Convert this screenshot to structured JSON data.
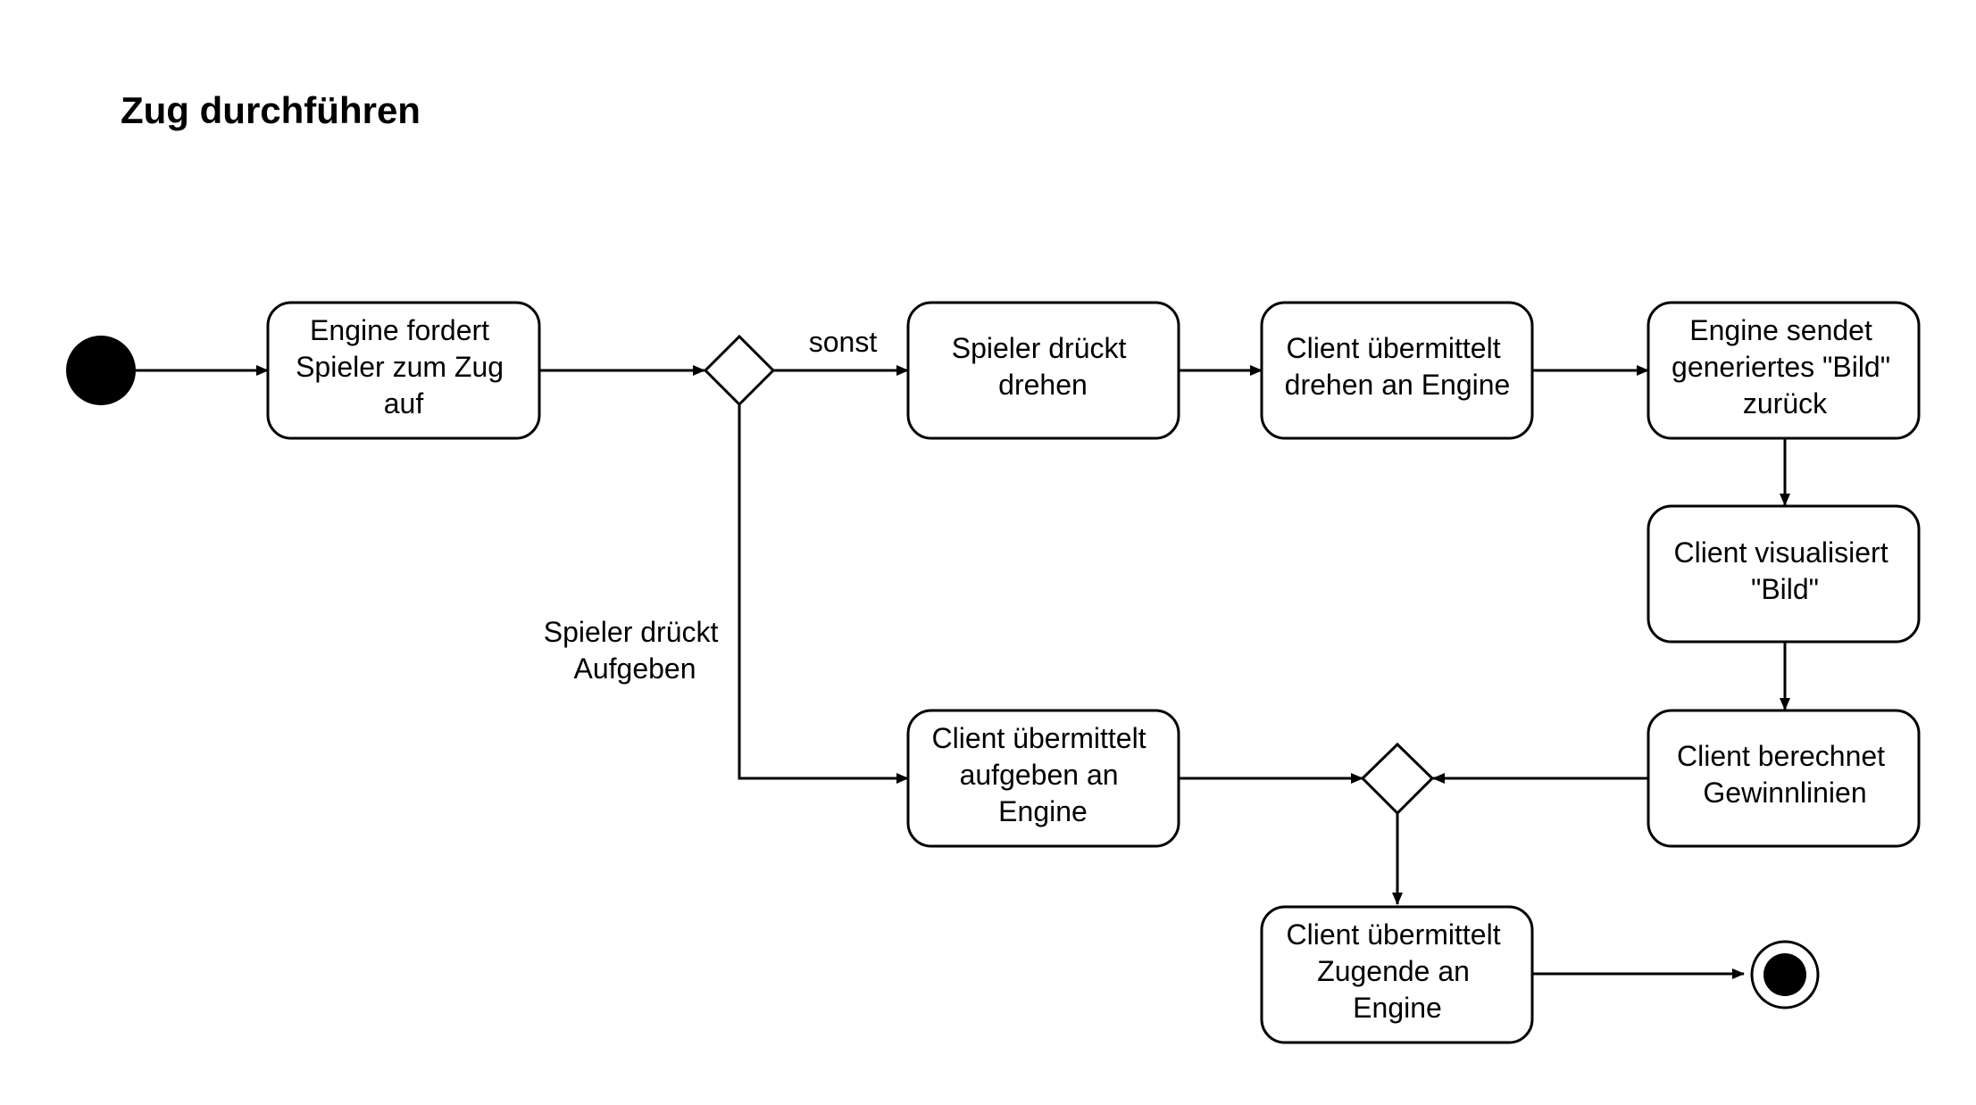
{
  "title": "Zug durchführen",
  "nodes": {
    "engine_request": [
      "Engine fordert",
      "Spieler zum Zug",
      "auf"
    ],
    "player_turn": [
      "Spieler drückt",
      "drehen"
    ],
    "client_turn": [
      "Client übermittelt",
      "drehen an Engine"
    ],
    "engine_image": [
      "Engine sendet",
      "generiertes \"Bild\"",
      "zurück"
    ],
    "client_visual": [
      "Client visualisiert",
      "\"Bild\""
    ],
    "client_calc": [
      "Client berechnet",
      "Gewinnlinien"
    ],
    "client_giveup": [
      "Client übermittelt",
      "aufgeben an",
      "Engine"
    ],
    "client_end": [
      "Client übermittelt",
      "Zugende an",
      "Engine"
    ]
  },
  "edge_labels": {
    "else": [
      "sonst"
    ],
    "give_up": [
      "Spieler drückt",
      "Aufgeben"
    ]
  }
}
